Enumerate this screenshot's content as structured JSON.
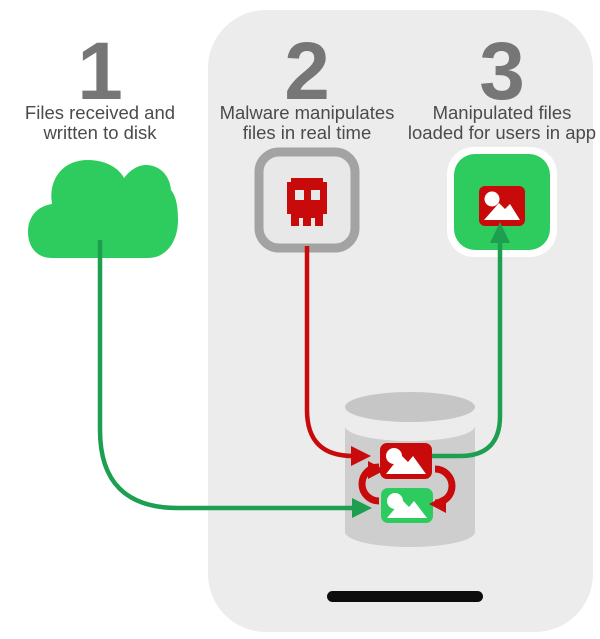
{
  "diagram": {
    "title": "malware-file-manipulation-flow",
    "steps": [
      {
        "number": "1",
        "line1": "Files received and",
        "line2": "written to disk"
      },
      {
        "number": "2",
        "line1": "Malware manipulates",
        "line2": "files in real time"
      },
      {
        "number": "3",
        "line1": "Manipulated files",
        "line2": "loaded for users in app"
      }
    ]
  },
  "colors": {
    "bright_green": "#2ecc5e",
    "arrow_green": "#1e9e4f",
    "red": "#c80a0a",
    "number_gray": "#767676",
    "label_gray": "#4b4b4b",
    "phone_body": "#ececec",
    "box_border": "#a3a3a3",
    "box_fill": "#e8e8e8",
    "cylinder_lid": "#c6c6c6",
    "cylinder_body": "#cecece",
    "white": "#ffffff",
    "home_indicator": "#0d0d0d"
  },
  "icons": {
    "cloud": "cloud-icon",
    "skull": "pixel-skull-icon",
    "image_red": "image-icon-red",
    "image_green": "image-icon-green",
    "database": "database-icon",
    "swap": "swap-arrows-icon",
    "app": "app-image-icon"
  }
}
